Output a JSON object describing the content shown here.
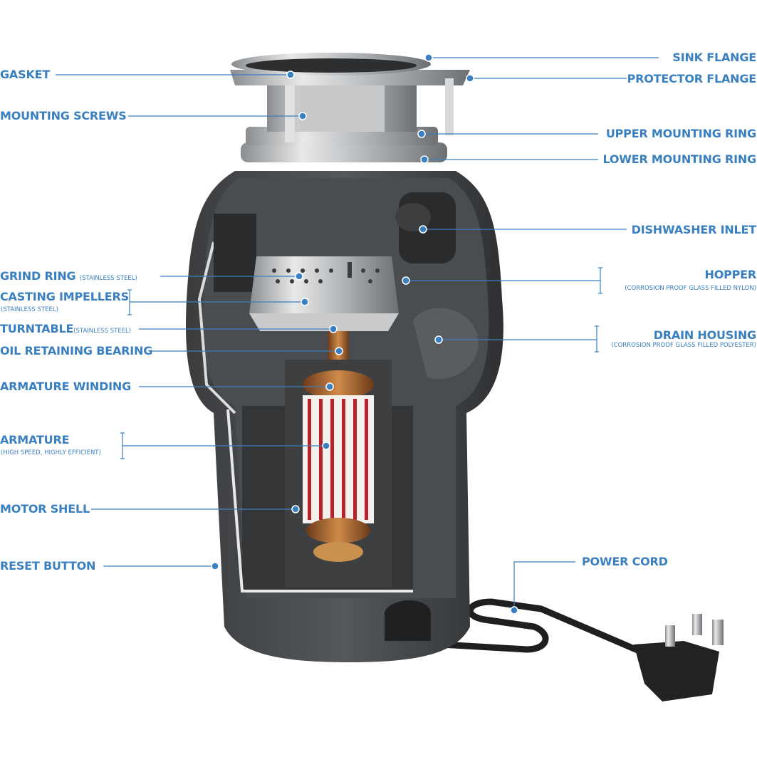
{
  "accent_color": "#3a7fc0",
  "labels": {
    "sink_flange": "SINK FLANGE",
    "gasket": "GASKET",
    "protector_flange": "PROTECTOR FLANGE",
    "mounting_screws": "MOUNTING SCREWS",
    "upper_mounting_ring": "UPPER MOUNTING RING",
    "lower_mounting_ring": "LOWER MOUNTING RING",
    "dishwasher_inlet": "DISHWASHER INLET",
    "grind_ring": "GRIND RING",
    "grind_ring_sub": "(STAINLESS STEEL)",
    "casting_impellers": "CASTING IMPELLERS",
    "casting_impellers_sub": "(STAINLESS STEEL)",
    "hopper": "HOPPER",
    "hopper_sub": "(CORROSION PROOF GLASS FILLED NYLON)",
    "turntable": "TURNTABLE",
    "turntable_sub": "(STAINLESS STEEL)",
    "drain_housing": "DRAIN HOUSING",
    "drain_housing_sub": "(CORROSION PROOF GLASS FILLED POLYESTER)",
    "oil_retaining_bearing": "OIL RETAINING BEARING",
    "armature_winding": "ARMATURE WINDING",
    "armature": "ARMATURE",
    "armature_sub": "(HIGH SPEED, HIGHLY EFFICIENT)",
    "motor_shell": "MOTOR SHELL",
    "reset_button": "RESET BUTTON",
    "power_cord": "POWER CORD"
  }
}
